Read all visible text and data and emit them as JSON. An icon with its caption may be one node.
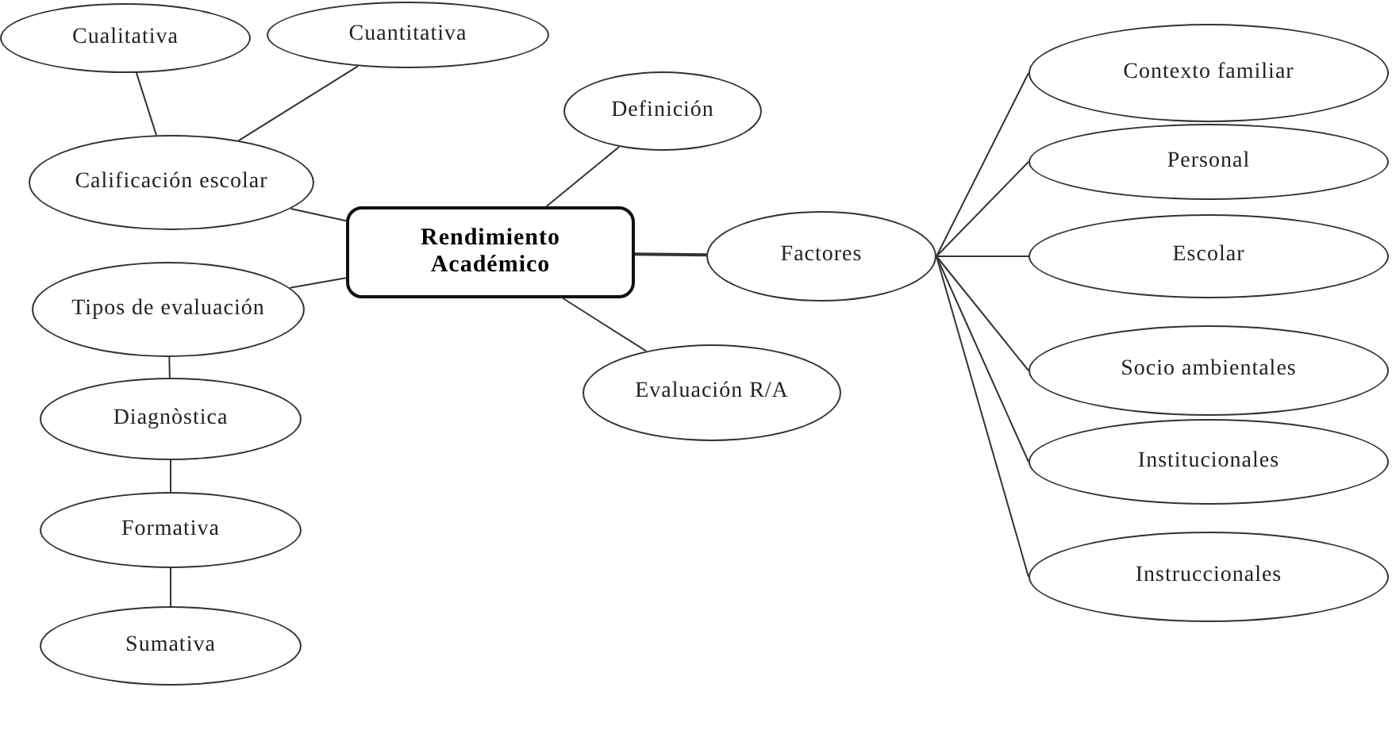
{
  "diagram": {
    "nodes": [
      {
        "text": [
          "Cualitativa"
        ]
      },
      {
        "text": [
          "Cuantitativa"
        ]
      },
      {
        "text": [
          "Calificación escolar"
        ]
      },
      {
        "text": [
          "Tipos de evaluación"
        ]
      },
      {
        "text": [
          "Diagnòstica"
        ]
      },
      {
        "text": [
          "Formativa"
        ]
      },
      {
        "text": [
          "Sumativa"
        ]
      },
      {
        "text": [
          "Rendimiento Académico"
        ]
      },
      {
        "text": [
          "Definición"
        ]
      },
      {
        "text": [
          "Factores"
        ]
      },
      {
        "text": [
          "Evaluación R/A"
        ]
      },
      {
        "text": [
          "Contexto familiar"
        ]
      },
      {
        "text": [
          "Personal"
        ]
      },
      {
        "text": [
          "Escolar"
        ]
      },
      {
        "text": [
          "Socio ambientales"
        ]
      },
      {
        "text": [
          "Institucionales"
        ]
      },
      {
        "text": [
          "Instruccionales"
        ]
      }
    ],
    "edges": [
      {
        "from": 0,
        "to": 2,
        "arrow": "none"
      },
      {
        "from": 1,
        "to": 2,
        "arrow": "none"
      },
      {
        "from": 2,
        "to": 7,
        "arrow": "none"
      },
      {
        "from": 3,
        "to": 7,
        "arrow": "none"
      },
      {
        "from": 3,
        "to": 4,
        "arrow": "none"
      },
      {
        "from": 4,
        "to": 5,
        "arrow": "none"
      },
      {
        "from": 5,
        "to": 6,
        "arrow": "none"
      },
      {
        "from": 7,
        "to": 8,
        "arrow": "none"
      },
      {
        "from": 7,
        "to": 9,
        "arrow": "none"
      },
      {
        "from": 7,
        "to": 10,
        "arrow": "none"
      },
      {
        "from": 9,
        "to": 11,
        "arrow": "none"
      },
      {
        "from": 9,
        "to": 12,
        "arrow": "none"
      },
      {
        "from": 9,
        "to": 13,
        "arrow": "none"
      },
      {
        "from": 9,
        "to": 14,
        "arrow": "none"
      },
      {
        "from": 9,
        "to": 15,
        "arrow": "none"
      },
      {
        "from": 9,
        "to": 16,
        "arrow": "none"
      }
    ]
  }
}
